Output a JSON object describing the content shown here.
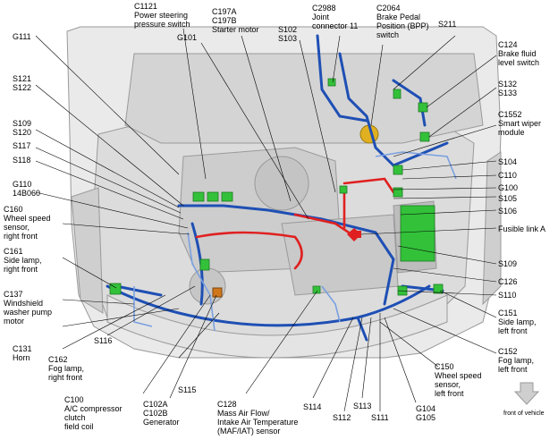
{
  "labels": [
    {
      "id": "c1121",
      "lines": [
        "C1121",
        "Power steering",
        "pressure switch"
      ]
    },
    {
      "id": "c197",
      "lines": [
        "C197A",
        "C197B",
        "Starter motor"
      ]
    },
    {
      "id": "c2988",
      "lines": [
        "C2988",
        "Joint",
        "connector 11"
      ]
    },
    {
      "id": "c2064",
      "lines": [
        "C2064",
        "Brake Pedal",
        "Position (BPP)",
        "switch"
      ]
    },
    {
      "id": "g111",
      "lines": [
        "G111"
      ]
    },
    {
      "id": "g101",
      "lines": [
        "G101"
      ]
    },
    {
      "id": "s102",
      "lines": [
        "S102",
        "S103"
      ]
    },
    {
      "id": "s211",
      "lines": [
        "S211"
      ]
    },
    {
      "id": "c124",
      "lines": [
        "C124",
        "Brake fluid",
        "level switch"
      ]
    },
    {
      "id": "s121",
      "lines": [
        "S121",
        "S122"
      ]
    },
    {
      "id": "s132",
      "lines": [
        "S132",
        "S133"
      ]
    },
    {
      "id": "c1552",
      "lines": [
        "C1552",
        "Smart wiper",
        "module"
      ]
    },
    {
      "id": "s109l",
      "lines": [
        "S109",
        "S120"
      ]
    },
    {
      "id": "s117",
      "lines": [
        "S117"
      ]
    },
    {
      "id": "s118",
      "lines": [
        "S118"
      ]
    },
    {
      "id": "s104",
      "lines": [
        "S104"
      ]
    },
    {
      "id": "c110",
      "lines": [
        "C110"
      ]
    },
    {
      "id": "g110",
      "lines": [
        "G110",
        "14B060"
      ]
    },
    {
      "id": "g100",
      "lines": [
        "G100"
      ]
    },
    {
      "id": "s105",
      "lines": [
        "S105"
      ]
    },
    {
      "id": "s106",
      "lines": [
        "S106"
      ]
    },
    {
      "id": "c160",
      "lines": [
        "C160",
        "Wheel speed",
        "sensor,",
        "right front"
      ]
    },
    {
      "id": "fusible",
      "lines": [
        "Fusible link A"
      ]
    },
    {
      "id": "c161",
      "lines": [
        "C161",
        "Side lamp,",
        "right front"
      ]
    },
    {
      "id": "s109r",
      "lines": [
        "S109"
      ]
    },
    {
      "id": "c126",
      "lines": [
        "C126"
      ]
    },
    {
      "id": "s110",
      "lines": [
        "S110"
      ]
    },
    {
      "id": "c137",
      "lines": [
        "C137",
        "Windshield",
        "washer pump",
        "motor"
      ]
    },
    {
      "id": "c151",
      "lines": [
        "C151",
        "Side lamp,",
        "left front"
      ]
    },
    {
      "id": "c131",
      "lines": [
        "C131",
        "Horn"
      ]
    },
    {
      "id": "c162",
      "lines": [
        "C162",
        "Fog lamp,",
        "right front"
      ]
    },
    {
      "id": "s116",
      "lines": [
        "S116"
      ]
    },
    {
      "id": "c152",
      "lines": [
        "C152",
        "Fog lamp,",
        "left front"
      ]
    },
    {
      "id": "c150",
      "lines": [
        "C150",
        "Wheel speed",
        "sensor,",
        "left front"
      ]
    },
    {
      "id": "c100",
      "lines": [
        "C100",
        "A/C compressor",
        "clutch",
        "field coil"
      ]
    },
    {
      "id": "c102",
      "lines": [
        "C102A",
        "C102B",
        "Generator"
      ]
    },
    {
      "id": "s115",
      "lines": [
        "S115"
      ]
    },
    {
      "id": "c128",
      "lines": [
        "C128",
        "Mass Air Flow/",
        "Intake Air Temperature",
        "(MAF/IAT) sensor"
      ]
    },
    {
      "id": "s114",
      "lines": [
        "S114"
      ]
    },
    {
      "id": "s112",
      "lines": [
        "S112"
      ]
    },
    {
      "id": "s113",
      "lines": [
        "S113"
      ]
    },
    {
      "id": "s111",
      "lines": [
        "S111"
      ]
    },
    {
      "id": "g104",
      "lines": [
        "G104",
        "G105"
      ]
    },
    {
      "id": "front",
      "lines": [
        "front of vehicle"
      ]
    }
  ]
}
